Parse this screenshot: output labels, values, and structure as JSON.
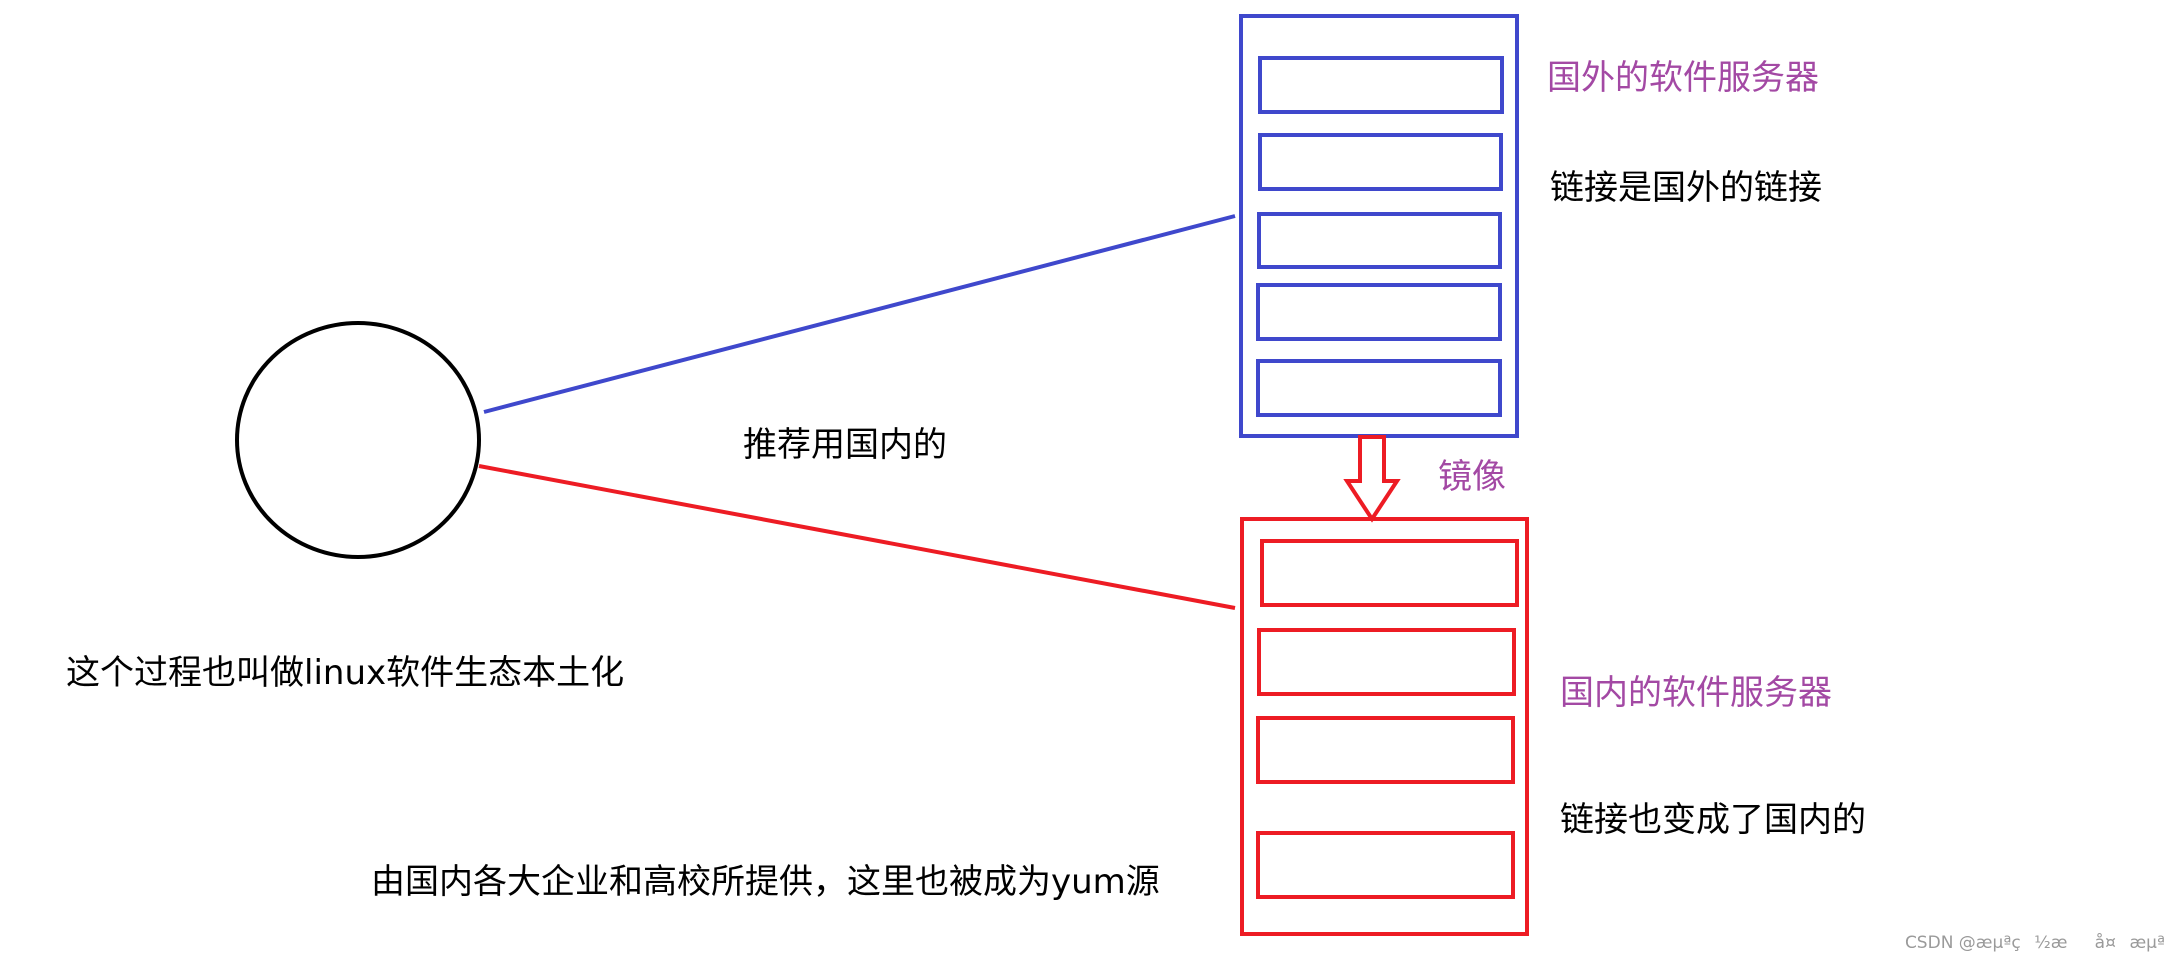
{
  "colors": {
    "foreign": "#3f48cc",
    "domestic": "#ed1c24",
    "label_purple": "#a349a4",
    "client": "#000000"
  },
  "labels": {
    "foreign_server": "国外的软件服务器",
    "foreign_link": "链接是国外的链接",
    "mirror": "镜像",
    "recommend": "推荐用国内的",
    "localization": "这个过程也叫做linux软件生态本土化",
    "domestic_server": "国内的软件服务器",
    "domestic_link": "链接也变成了国内的",
    "provider": "由国内各大企业和高校所提供，这里也被成为yum源"
  },
  "watermark": "CSDN @æµªç½æå¤æµª"
}
